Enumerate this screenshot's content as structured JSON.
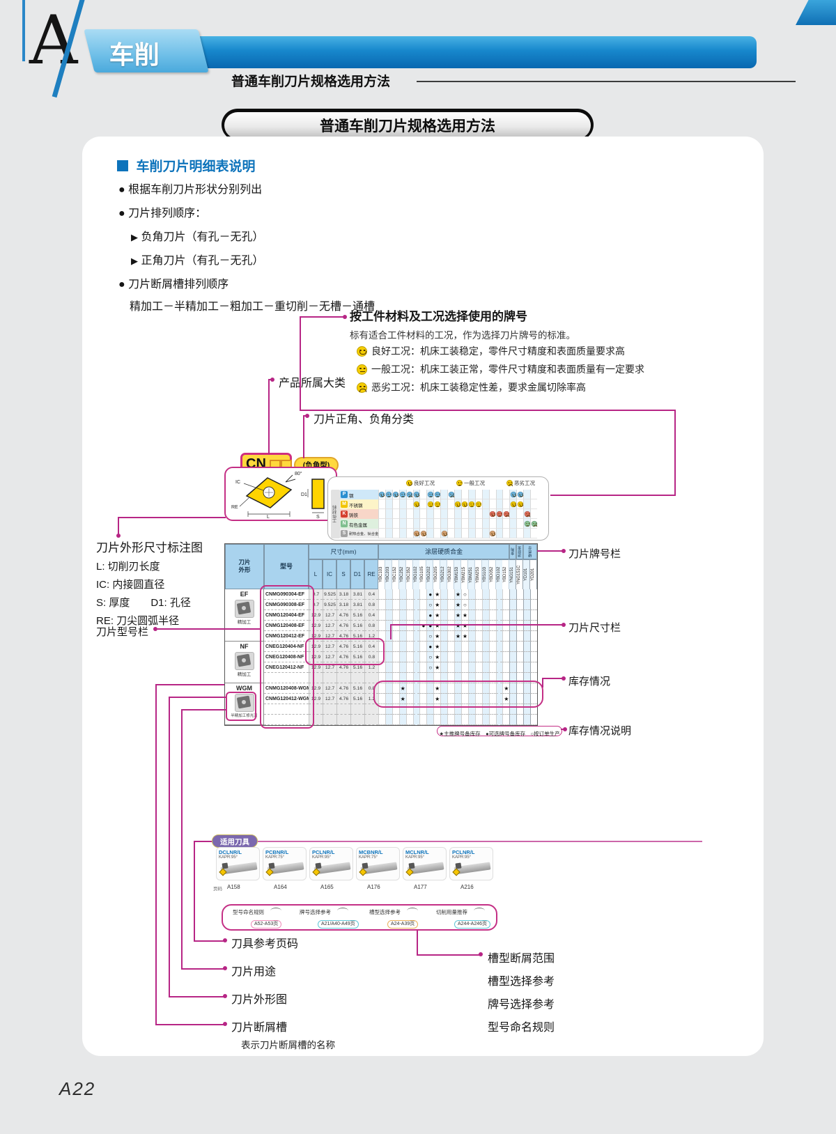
{
  "page": {
    "footer": "A22"
  },
  "header": {
    "letter": "A",
    "tab": "车削",
    "subtitle": "普通车削刀片规格选用方法",
    "banner": "普通车削刀片规格选用方法"
  },
  "intro": {
    "heading": "车削刀片明细表说明",
    "bullets": [
      {
        "marker": "●",
        "text": "根据车削刀片形状分别列出"
      },
      {
        "marker": "●",
        "text": "刀片排列顺序："
      },
      {
        "marker": "▶",
        "text": "负角刀片（有孔－无孔）"
      },
      {
        "marker": "▶",
        "text": "正角刀片（有孔－无孔）"
      },
      {
        "marker": "●",
        "text": "刀片断屑槽排列顺序"
      },
      {
        "marker": "",
        "text": "精加工－半精加工－粗加工－重切削－无槽－通槽"
      }
    ]
  },
  "grade_note": {
    "title": "按工件材料及工况选择使用的牌号",
    "desc": "标有适合工件材料的工况，作为选择刀片牌号的标准。",
    "conditions": [
      {
        "face": "good",
        "text": "良好工况：机床工装稳定，零件尺寸精度和表面质量要求高"
      },
      {
        "face": "avg",
        "text": "一般工况：机床工装正常，零件尺寸精度和表面质量有一定要求"
      },
      {
        "face": "bad",
        "text": "恶劣工况：机床工装稳定性差，要求金属切除率高"
      }
    ]
  },
  "callouts": {
    "product_category": "产品所属大类",
    "angle_class": "刀片正角、负角分类",
    "dim_diagram_title": "刀片外形尺寸标注图",
    "dim_lines": [
      "L: 切削刃长度",
      "IC: 内接圆直径",
      "S: 厚度　　D1: 孔径",
      "RE: 刀尖圆弧半径"
    ],
    "model_col": "刀片型号栏",
    "grade_col": "刀片牌号栏",
    "size_col": "刀片尺寸栏",
    "stock": "库存情况",
    "stock_note": "库存情况说明",
    "left_bottom": [
      "刀具参考页码",
      "刀片用途",
      "刀片外形图",
      "刀片断屑槽"
    ],
    "left_bottom_sub": "表示刀片断屑槽的名称",
    "right_bottom": [
      "槽型断屑范围",
      "槽型选择参考",
      "牌号选择参考",
      "型号命名规则"
    ]
  },
  "diagram": {
    "labels": {
      "ic": "IC",
      "re": "RE",
      "l": "L",
      "s": "S",
      "d1": "D1",
      "angle": "80°"
    }
  },
  "insert_table": {
    "cn": "CN",
    "cn_type": "(负角型)",
    "legend": [
      {
        "face": "good",
        "label": "良好工况"
      },
      {
        "face": "avg",
        "label": "一般工况"
      },
      {
        "face": "bad",
        "label": "恶劣工况"
      }
    ],
    "material_axis": "工件材料",
    "materials": [
      {
        "code": "P",
        "name": "钢",
        "badge": "#2a8fd0",
        "tint": "#cfe8f8",
        "face_color": "#6cb9e6",
        "faces": {
          "YBC103": "good",
          "YBC203": "avg",
          "YBC152": "good",
          "YBC252": "avg",
          "YBC352": "bad",
          "YBG102": "good",
          "YBG202": "avg",
          "YBG205": "avg",
          "YBG302": "bad",
          "YNG151": "good",
          "YNG151C": "good"
        }
      },
      {
        "code": "M",
        "name": "不锈钢",
        "badge": "#f2c500",
        "tint": "#fdf4c8",
        "face_color": "#f5cd02",
        "faces": {
          "YBG102": "good",
          "YBG202": "avg",
          "YBG205": "avg",
          "YBM153": "good",
          "YBM215": "good",
          "YBM251": "avg",
          "YBM253": "avg",
          "YNG151": "good",
          "YNG151C": "good"
        }
      },
      {
        "code": "K",
        "name": "铸铁",
        "badge": "#d5402f",
        "tint": "#f8d6c8",
        "face_color": "#e4705e",
        "faces": {
          "YBD052": "good",
          "YBD102": "avg",
          "YBD152": "bad",
          "YD101": "bad"
        }
      },
      {
        "code": "N",
        "name": "有色金属",
        "badge": "#7fbf8f",
        "tint": "#def0de",
        "face_color": "#8cc99a",
        "faces": {
          "YD101": "avg",
          "YD201": "bad"
        }
      },
      {
        "code": "S",
        "name": "耐热合金、钛合金",
        "badge": "#a2a2a2",
        "tint": "#ededed",
        "face_color": "#dca878",
        "faces": {
          "YBG102": "good",
          "YBG105": "good",
          "YBG212": "good",
          "YBD052": "good"
        }
      }
    ],
    "headers": {
      "shape": "刀片外形",
      "model": "型号",
      "size": "尺寸(mm)",
      "dims": [
        "L",
        "IC",
        "S",
        "D1",
        "RE"
      ],
      "groups": [
        {
          "label": "涂层硬质合金",
          "cols": 19
        },
        {
          "label": "金陶",
          "cols": 1
        },
        {
          "label": "涂层金陶",
          "cols": 1
        },
        {
          "label": "硬质合金",
          "cols": 2
        }
      ]
    },
    "grades": [
      "YBC103",
      "YBC203",
      "YBC152",
      "YBC252",
      "YBC352",
      "YBG102",
      "YBG105",
      "YBG202",
      "YBG205",
      "YBG212",
      "YBG302",
      "YBM153",
      "YBM215",
      "YBM251",
      "YBM253",
      "YBS103",
      "YBD052",
      "YBD102",
      "YBD152",
      "YNG151",
      "YNG151C",
      "YD101",
      "YD201"
    ],
    "sections": [
      {
        "code": "EF",
        "use": "精加工",
        "rows": [
          {
            "model": "CNMG090304-EF",
            "dims": [
              "9.7",
              "9.525",
              "3.18",
              "3.81",
              "0.4"
            ],
            "marks": {
              "YBG202": "●",
              "YBG205": "★",
              "YBM153": "★",
              "YBM215": "○"
            }
          },
          {
            "model": "CNMG090308-EF",
            "dims": [
              "9.7",
              "9.525",
              "3.18",
              "3.81",
              "0.8"
            ],
            "marks": {
              "YBG202": "○",
              "YBG205": "★",
              "YBM153": "★",
              "YBM215": "○"
            }
          },
          {
            "model": "CNMG120404-EF",
            "dims": [
              "12.9",
              "12.7",
              "4.76",
              "5.16",
              "0.4"
            ],
            "marks": {
              "YBG202": "●",
              "YBG205": "★",
              "YBM153": "★",
              "YBM215": "★"
            }
          },
          {
            "model": "CNMG120408-EF",
            "dims": [
              "12.9",
              "12.7",
              "4.76",
              "5.16",
              "0.8"
            ],
            "marks": {
              "YBG105": "●",
              "YBG202": "●",
              "YBG205": "★",
              "YBM153": "★",
              "YBM215": "★"
            }
          },
          {
            "model": "CNMG120412-EF",
            "dims": [
              "12.9",
              "12.7",
              "4.76",
              "5.16",
              "1.2"
            ],
            "marks": {
              "YBG202": "○",
              "YBG205": "★",
              "YBM153": "★",
              "YBM215": "★"
            }
          }
        ]
      },
      {
        "code": "NF",
        "use": "精加工",
        "rows": [
          {
            "model": "CNEG120404-NF",
            "dims": [
              "12.9",
              "12.7",
              "4.76",
              "5.16",
              "0.4"
            ],
            "marks": {
              "YBG202": "●",
              "YBG205": "★"
            }
          },
          {
            "model": "CNEG120408-NF",
            "dims": [
              "12.9",
              "12.7",
              "4.76",
              "5.16",
              "0.8"
            ],
            "marks": {
              "YBG202": "○",
              "YBG205": "★"
            }
          },
          {
            "model": "CNEG120412-NF",
            "dims": [
              "12.9",
              "12.7",
              "4.76",
              "5.16",
              "1.2"
            ],
            "marks": {
              "YBG202": "○",
              "YBG205": "★"
            }
          },
          {
            "empty": true
          }
        ]
      },
      {
        "code": "WGM",
        "use": "半精加工修光刃",
        "rows": [
          {
            "model": "CNMG120408-WGM",
            "dims": [
              "12.9",
              "12.7",
              "4.76",
              "5.16",
              "0.8"
            ],
            "marks": {
              "YBC252": "★",
              "YBG205": "★",
              "YBD152": "★"
            }
          },
          {
            "model": "CNMG120412-WGM",
            "dims": [
              "12.9",
              "12.7",
              "4.76",
              "5.16",
              "1.2"
            ],
            "marks": {
              "YBC252": "★",
              "YBG205": "★",
              "YBD152": "★"
            }
          },
          {
            "empty": true
          },
          {
            "empty": true
          }
        ]
      }
    ],
    "stock_legend": "★主推牌号备库存　●可选牌号备库存　○按订单生产"
  },
  "tools": {
    "pill": "适用刀具",
    "page_label": "页码",
    "items": [
      {
        "name": "DCLNR/L",
        "kapr": "KAPR:95°",
        "page": "A158"
      },
      {
        "name": "PCBNR/L",
        "kapr": "KAPR:75°",
        "page": "A164"
      },
      {
        "name": "PCLNR/L",
        "kapr": "KAPR:95°",
        "page": "A165"
      },
      {
        "name": "MCBNR/L",
        "kapr": "KAPR:75°",
        "page": "A176"
      },
      {
        "name": "MCLNR/L",
        "kapr": "KAPR:95°",
        "page": "A177"
      },
      {
        "name": "PCLNR/L",
        "kapr": "KAPR:95°",
        "page": "A216"
      }
    ],
    "refs": [
      {
        "name": "型号命名规则",
        "pages": "A52-A53页",
        "color": "#ef8cb8"
      },
      {
        "name": "牌号选择参考",
        "pages": "A21/A40-A49页",
        "color": "#5fc6d6"
      },
      {
        "name": "槽型选择参考",
        "pages": "A24-A39页",
        "color": "#e9b05a"
      },
      {
        "name": "切削用量推荐",
        "pages": "A244-A246页",
        "color": "#5fc6d6"
      }
    ]
  }
}
